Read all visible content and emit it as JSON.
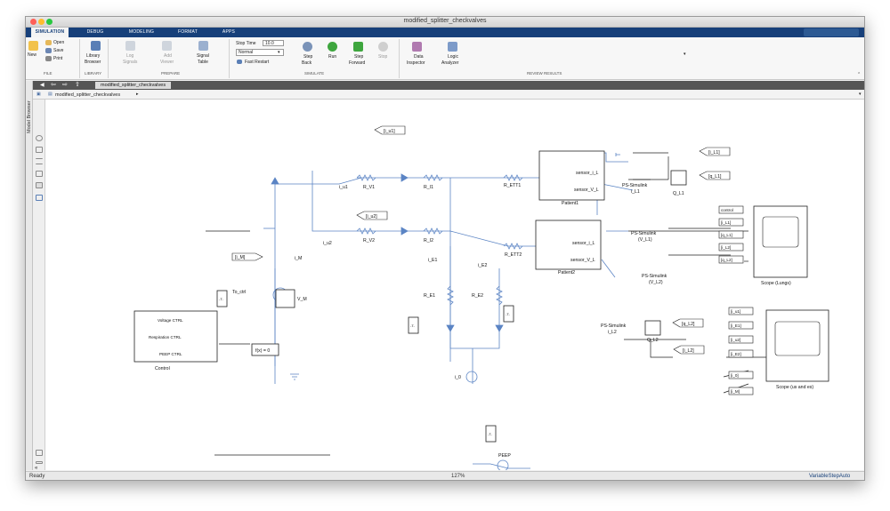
{
  "window": {
    "title": "modified_splitter_checkvalves"
  },
  "tabs": [
    "SIMULATION",
    "DEBUG",
    "MODELING",
    "FORMAT",
    "APPS"
  ],
  "ribbon": {
    "open": "Open",
    "save": "Save",
    "print": "Print",
    "new": "New",
    "library_browser": [
      "Library",
      "Browser"
    ],
    "log_signals": [
      "Log",
      "Signals"
    ],
    "add_viewer": [
      "Add",
      "Viewer"
    ],
    "signal_table": [
      "Signal",
      "Table"
    ],
    "stop_time_label": "Stop Time",
    "stop_time_value": "10.0",
    "mode": "Normal",
    "fast_restart": "Fast Restart",
    "step_back": [
      "Step",
      "Back"
    ],
    "run": "Run",
    "step_forward": [
      "Step",
      "Forward"
    ],
    "stop": "Stop",
    "data_inspector": [
      "Data",
      "Inspector"
    ],
    "logic_analyzer": [
      "Logic",
      "Analyzer"
    ],
    "sections": [
      "FILE",
      "LIBRARY",
      "PREPARE",
      "SIMULATE",
      "REVIEW RESULTS"
    ]
  },
  "model_tab": "modified_splitter_checkvalves",
  "breadcrumb": "modified_splitter_checkvalves",
  "side_label": "Model Browser",
  "status": {
    "left": "Ready",
    "zoom": "127%",
    "solver": "VariableStepAuto"
  },
  "diagram": {
    "tags": {
      "iu1": "[i_u1]",
      "iu2": "[i_u2]",
      "iM": "[i_M]",
      "iL1": "[i_L1]",
      "qL1": "[q_L1]",
      "qL2": "[q_L2]",
      "iL2": "[i_L2]"
    },
    "labels": {
      "iu1": "i_u1",
      "iu2": "i_u2",
      "RV1": "R_V1",
      "RI1": "R_I1",
      "RV2": "R_V2",
      "RI2": "R_I2",
      "RETT1": "R_ETT1",
      "RETT2": "R_ETT2",
      "iM": "i_M",
      "VM": "V_M",
      "toctrl": "To_ctrl",
      "iE1": "i_E1",
      "iE2": "i_E2",
      "RE1": "R_E1",
      "RE2": "R_E2",
      "i0": "i_0",
      "peep": "PEEP",
      "patient1": "Patient1",
      "patient2": "Patient2",
      "sensor_i": "sensor_i_L",
      "sensor_v": "sensor_V_L",
      "pssim": "PS-Simulink",
      "iL1lab": "i_L1",
      "iL2lab": "i_L2",
      "qL1lab": "Q_L1",
      "qL2lab": "Q_L2",
      "vL1": "(V_L1)",
      "vL2": "(V_L2)",
      "control": "Control",
      "fx": "f(x) = 0",
      "scope_lungs": "Scope (Lungs)",
      "scope_us": "Scope (us and es)",
      "T": "-T-"
    },
    "control_ports": [
      "Voltage CTRL",
      "Respiration CTRL",
      "PEEP CTRL"
    ],
    "scope_lungs_inputs": [
      "control",
      "[i_L1]",
      "[q_L1]",
      "[i_L2]",
      "[q_L2]"
    ],
    "scope_us_inputs": [
      "[i_u1]",
      "[i_E1]",
      "[i_u2]",
      "[i_E2]",
      "[i_0]",
      "[i_M]"
    ]
  }
}
